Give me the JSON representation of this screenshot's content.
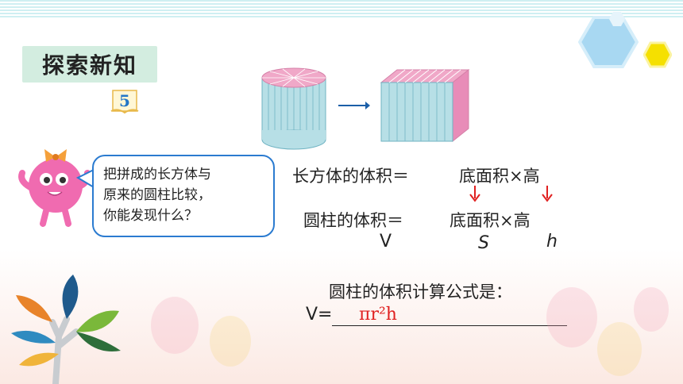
{
  "header": {
    "title": "探索新知",
    "badge_number": "5"
  },
  "bubble": {
    "line1": "把拼成的长方体与",
    "line2": "原来的圆柱比较，",
    "line3": "你能发现什么？"
  },
  "formulas": {
    "cuboid_left": "长方体的体积＝",
    "cuboid_right": "底面积×高",
    "cylinder_left": "圆柱的体积＝",
    "cylinder_right": "底面积×高",
    "var_v": "V",
    "var_s": "S",
    "var_h": "h",
    "prompt": "圆柱的体积计算公式是：",
    "answer_prefix": "V=",
    "answer": "πr²h"
  },
  "colors": {
    "title_bg": "#d3ede0",
    "bubble_border": "#2b7bd0",
    "answer": "#e02020",
    "cylinder_side": "#b7dfe6",
    "cylinder_top": "#f0a8c8"
  }
}
